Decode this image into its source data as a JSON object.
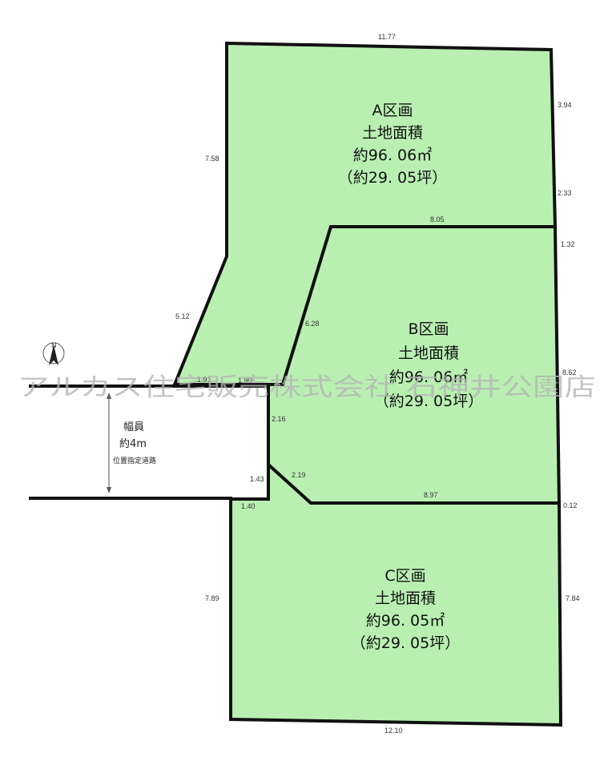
{
  "colors": {
    "lot_fill": "#b9f0b2",
    "boundary": "#111111"
  },
  "lots": [
    {
      "label": "A区画",
      "area_title": "土地面積",
      "area_sqm": "約96. 06㎡",
      "area_tsubo": "（約29. 05坪）"
    },
    {
      "label": "B区画",
      "area_title": "土地面積",
      "area_sqm": "約96. 06㎡",
      "area_tsubo": "（約29. 05坪）"
    },
    {
      "label": "C区画",
      "area_title": "土地面積",
      "area_sqm": "約96. 05㎡",
      "area_tsubo": "（約29. 05坪）"
    }
  ],
  "road": {
    "width_label": "幅員",
    "width_value": "約4m",
    "type": "位置指定道路"
  },
  "north_label": "N",
  "north_icon": "north-arrow-icon",
  "watermark": "アルカス住宅販売株式会社 石神井公園店",
  "dimensions": {
    "a_top": "11.77",
    "a_right_upper": "3.94",
    "a_left": "7.58",
    "a_right_lower": "2.33",
    "b_top": "8.05",
    "b_right_top": "1.32",
    "a_diag": "5.12",
    "b_diag": "6.28",
    "b_right": "8.62",
    "road_a": "1.91",
    "road_b": "1.90",
    "b_left": "2.16",
    "road_end": "1.43",
    "b_cut": "2.19",
    "c_top": "8.97",
    "c_right_top": "0.12",
    "c_corner": "1.40",
    "c_left": "7.89",
    "c_right": "7.84",
    "c_bottom": "12.10"
  }
}
